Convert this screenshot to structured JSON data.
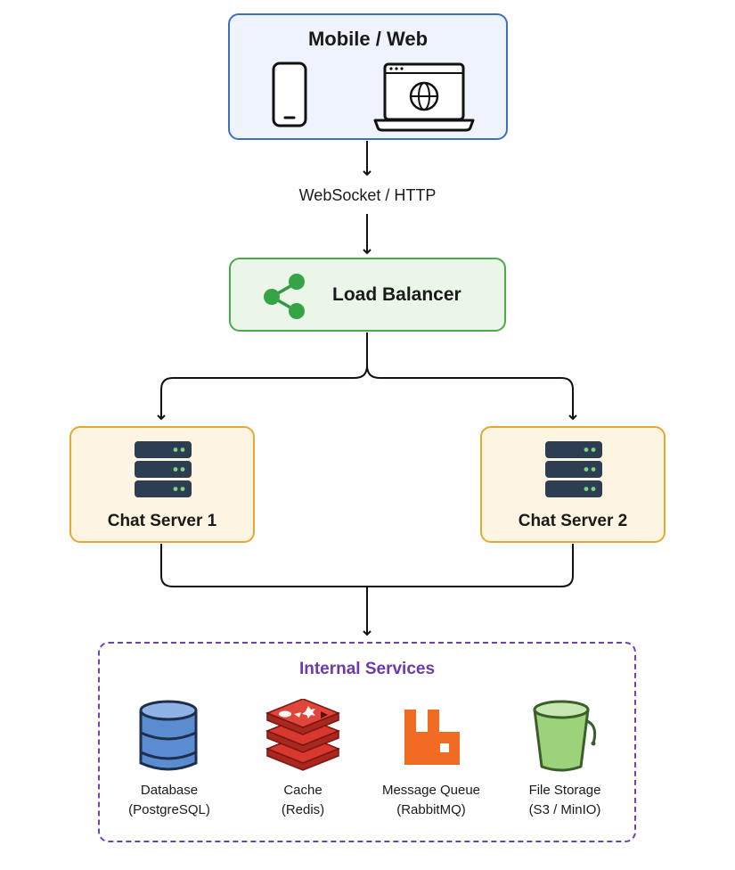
{
  "client": {
    "title": "Mobile / Web",
    "icons": [
      "smartphone-icon",
      "laptop-globe-icon"
    ]
  },
  "edge_label": "WebSocket / HTTP",
  "load_balancer": {
    "title": "Load Balancer",
    "icon": "share-nodes-icon"
  },
  "servers": [
    {
      "title": "Chat Server 1",
      "icon": "server-rack-icon"
    },
    {
      "title": "Chat Server 2",
      "icon": "server-rack-icon"
    }
  ],
  "internal": {
    "title": "Internal Services",
    "services": [
      {
        "name": "Database",
        "sub": "(PostgreSQL)",
        "icon": "database-icon"
      },
      {
        "name": "Cache",
        "sub": "(Redis)",
        "icon": "redis-icon"
      },
      {
        "name": "Message Queue",
        "sub": "(RabbitMQ)",
        "icon": "rabbitmq-icon"
      },
      {
        "name": "File Storage",
        "sub": "(S3 / MinIO)",
        "icon": "bucket-icon"
      }
    ]
  },
  "colors": {
    "client_border": "#3e6fc4",
    "client_fill": "#eef3fd",
    "lb_border": "#4aaa4a",
    "lb_fill": "#e9f6e8",
    "server_border": "#e5a932",
    "server_fill": "#fdf5e1",
    "internal_border": "#6a44b0",
    "internal_title": "#6a3ab0",
    "database": "#5b8bd0",
    "redis": "#d8382e",
    "rabbitmq": "#f26b22",
    "bucket": "#9cd27a"
  }
}
